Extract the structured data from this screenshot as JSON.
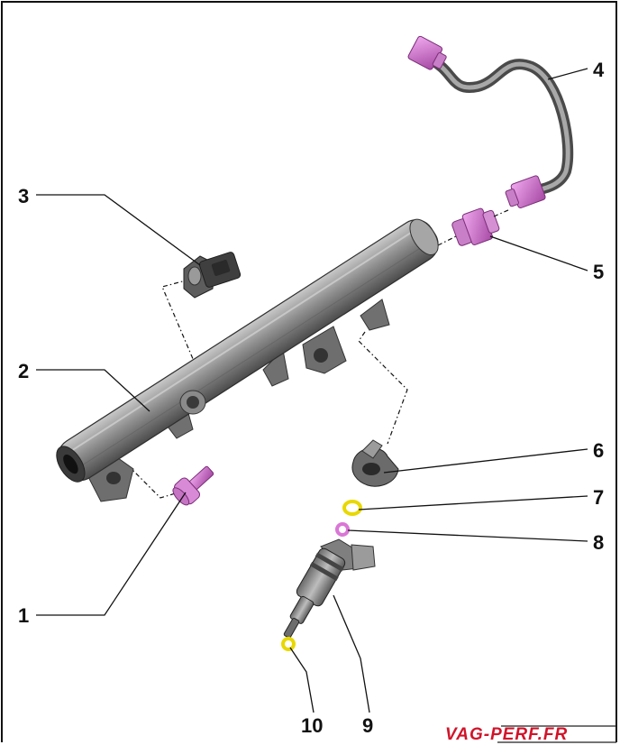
{
  "callouts": [
    {
      "num": "1",
      "part": "bolt"
    },
    {
      "num": "2",
      "part": "fuel-rail"
    },
    {
      "num": "3",
      "part": "pressure-sensor"
    },
    {
      "num": "4",
      "part": "high-pressure-line"
    },
    {
      "num": "5",
      "part": "union-fitting"
    },
    {
      "num": "6",
      "part": "injector-retainer"
    },
    {
      "num": "7",
      "part": "o-ring"
    },
    {
      "num": "8",
      "part": "seal-ring"
    },
    {
      "num": "9",
      "part": "injector"
    },
    {
      "num": "10",
      "part": "combustion-seal"
    }
  ],
  "watermark": "VAG-PERF.FR",
  "colors": {
    "highlight_part": "#d977d6",
    "highlight_dark": "#a548a3",
    "ring_yellow": "#e8d800",
    "metal": "#8e8e8e",
    "metal_dark": "#555555",
    "watermark_red": "#d1142a"
  }
}
